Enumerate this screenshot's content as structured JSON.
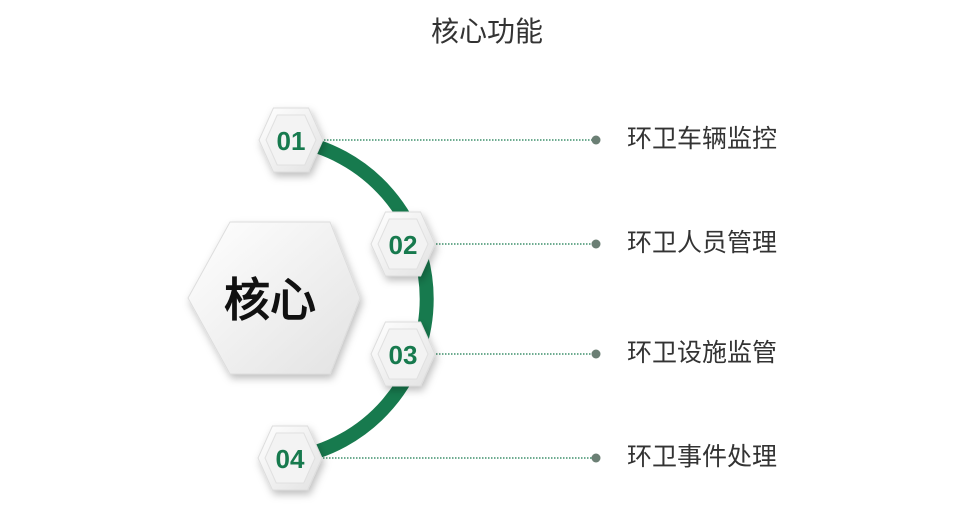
{
  "title": "核心功能",
  "center_label": "核心",
  "accent_color": "#177a4e",
  "items": [
    {
      "num": "01",
      "label": "环卫车辆监控"
    },
    {
      "num": "02",
      "label": "环卫人员管理"
    },
    {
      "num": "03",
      "label": "环卫设施监管"
    },
    {
      "num": "04",
      "label": "环卫事件处理"
    }
  ]
}
